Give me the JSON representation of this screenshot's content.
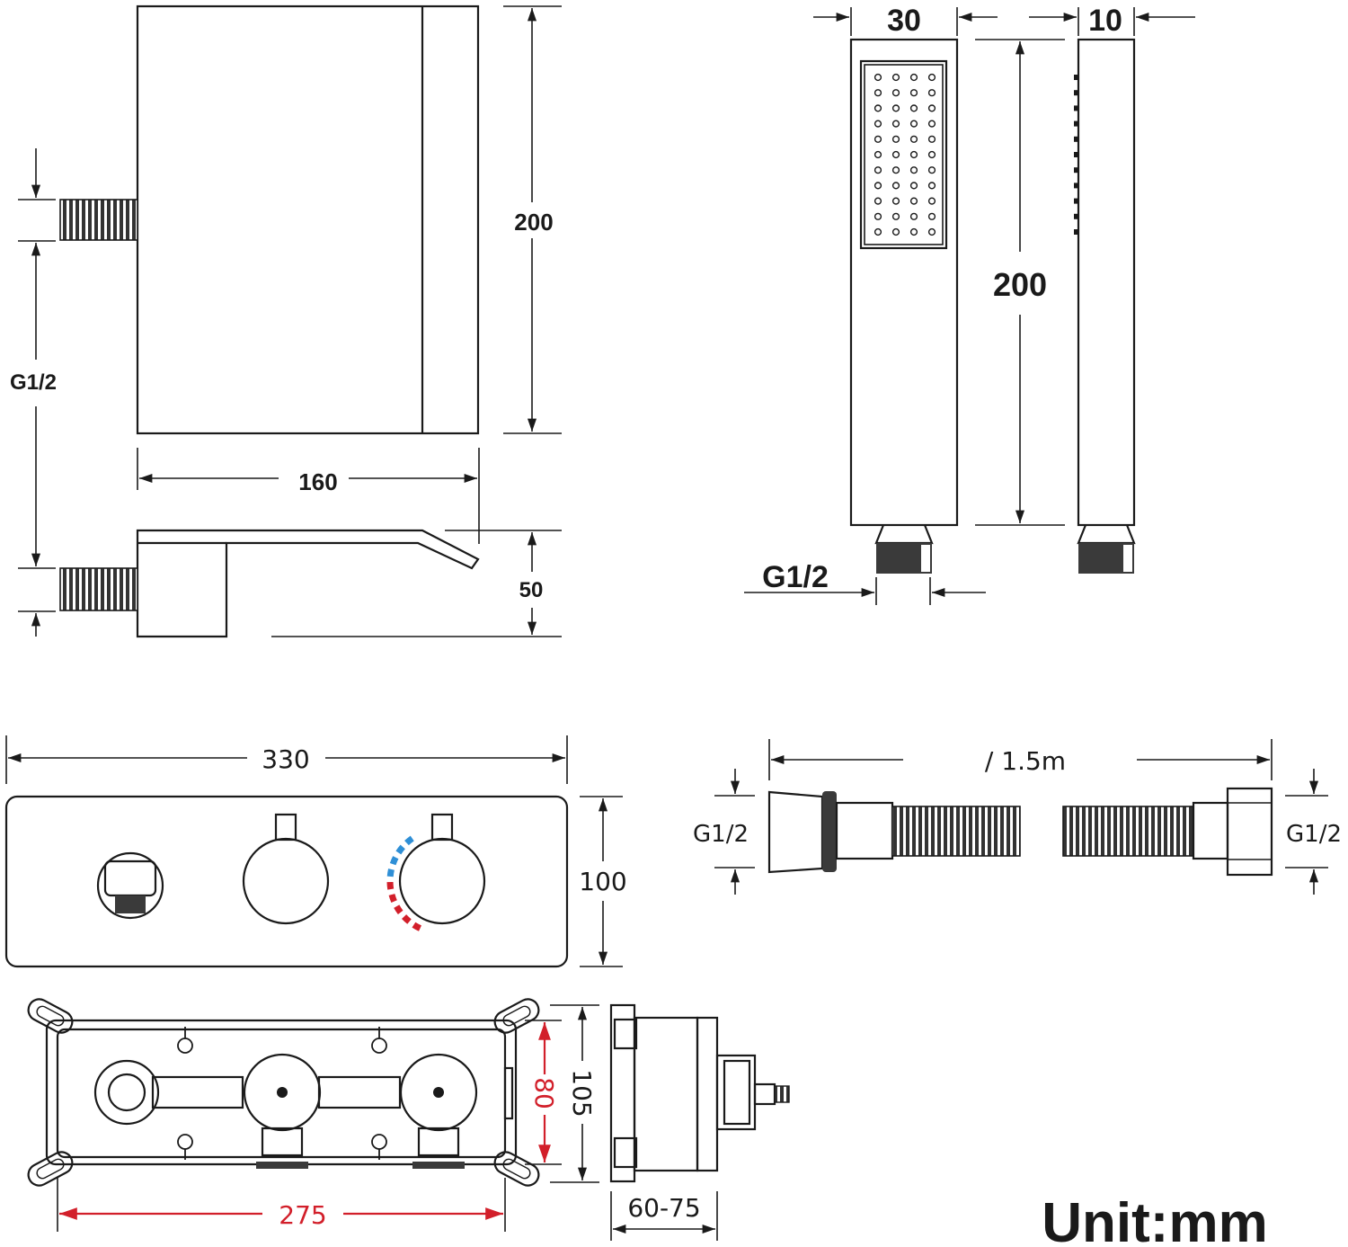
{
  "spout": {
    "height_label": "200",
    "width_label": "160",
    "depth_label": "50",
    "thread_label": "G1/2"
  },
  "handshower": {
    "width_label": "30",
    "thickness_label": "10",
    "length_label": "200",
    "thread_label": "G1/2"
  },
  "hose": {
    "length_label": "/ 1.5m",
    "left_thread_label": "G1/2",
    "right_thread_label": "G1/2"
  },
  "faceplate": {
    "width_label": "330",
    "height_label": "100"
  },
  "rough_in": {
    "width_label": "275",
    "inner_height_label": "80",
    "height_label": "105",
    "depth_label": "60-75"
  },
  "unit_label": "Unit:mm",
  "colors": {
    "line": "#1a1a1a",
    "dimension_red": "#d21f2a",
    "cold_blue": "#2f8fd6",
    "hot_red": "#d21f2a"
  }
}
